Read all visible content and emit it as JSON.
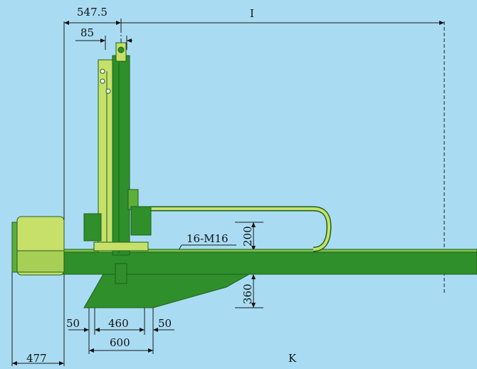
{
  "diagram": {
    "colors": {
      "background": "#a9dcf3",
      "machine_green": "#2f8f2a",
      "machine_light": "#c7e06a",
      "machine_dark": "#1e5f1c",
      "dimension_line": "#1a1a1a"
    },
    "dimensions": {
      "top_offset": "547.5",
      "top_small": "85",
      "top_length": "I",
      "bolts": "16-M16",
      "height_upper": "200",
      "height_lower": "360",
      "left_margin": "50",
      "bolt_spacing": "460",
      "right_margin": "50",
      "base_width": "600",
      "left_offset": "477",
      "bottom_length": "K"
    }
  }
}
